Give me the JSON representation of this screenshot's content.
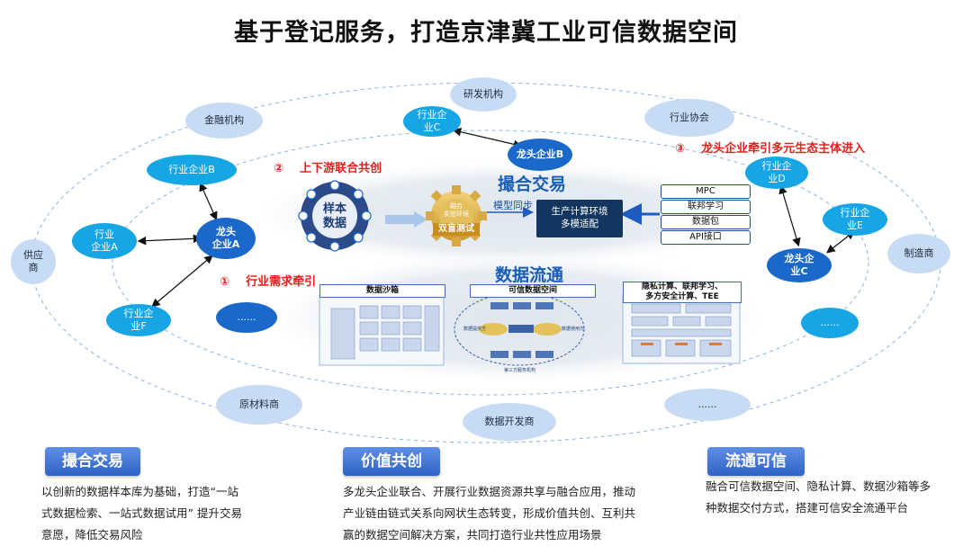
{
  "title": "基于登记服务，打造京津冀工业可信数据空间",
  "nodes": {
    "yanfa": "研发机构",
    "jinrong": "金融机构",
    "xiehui": "行业协会",
    "gongying": "供应\n商",
    "zhizao": "制造商",
    "yuancailiao": "原材料商",
    "kaifa": "数据开发商",
    "dots_left": "......",
    "dots_right": "......",
    "dots_bottom": "......",
    "qiye_c": "行业企\n业C",
    "qiye_b": "行业企业B",
    "qiye_a": "行业\n企业A",
    "qiye_f": "行业企\n业F",
    "qiye_d": "行业企\n业D",
    "qiye_e": "行业企\n业E",
    "longtou_a": "龙头\n企业A",
    "longtou_b": "龙头企业B",
    "longtou_c": "龙头企\n业C"
  },
  "callouts": {
    "c1": "①    行业需求牵引",
    "c2": "②    上下游联合共创",
    "c3": "③    龙头企业牵引多元生态主体进入"
  },
  "matching": {
    "title": "撮合交易",
    "sample_lines": [
      "样本",
      "数据"
    ],
    "gear_small": "融合\n实验环境",
    "gear_label": "双盲测试",
    "model_sync": "模型同步",
    "env_lines": [
      "生产计算环境",
      "多模适配"
    ],
    "tags": [
      "MPC",
      "联邦学习",
      "数据包",
      "API接口"
    ]
  },
  "flow": {
    "title": "数据流通",
    "panel1": "数据沙箱",
    "panel2": "可信数据空间",
    "panel3": "隐私计算、联邦学习、\n多方安全计算、TEE",
    "panel2_sub": "第三方服务机构",
    "panel2_left": "数据提供方",
    "panel2_right": "数据使用方"
  },
  "bottom": [
    {
      "label": "撮合交易",
      "desc": "以创新的数据样本库为基础，打造“一站\n式数据检索、一站式数据试用” 提升交易\n意愿，降低交易风险"
    },
    {
      "label": "价值共创",
      "desc": "多龙头企业联合、开展行业数据资源共享与融合应用，推动\n产业链由链式关系向网状生态转变，形成价值共创、互利共\n赢的数据空间解决方案，共同打造行业共性应用场景"
    },
    {
      "label": "流通可信",
      "desc": "融合可信数据空间、隐私计算、数据沙箱等多\n种数据交付方式，搭建可信安全流通平台"
    }
  ],
  "colors": {
    "dark_node": "#1a68c9",
    "mid_node": "#16a6e6",
    "light_node": "#c7dcf4",
    "accent_red": "#e0211c",
    "section_blue": "#1a5fb4"
  }
}
